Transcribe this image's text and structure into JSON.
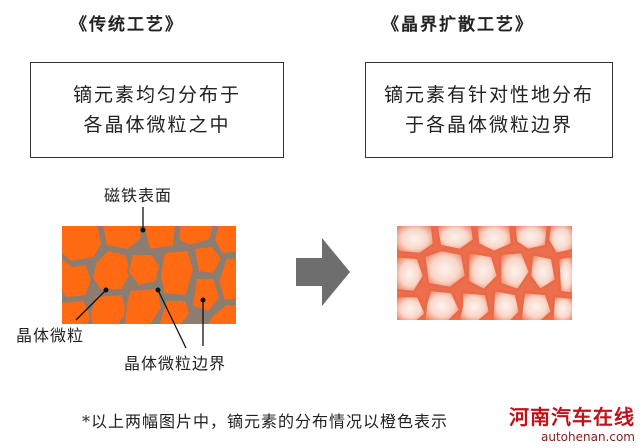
{
  "left": {
    "heading": "《传统工艺》",
    "box_lines": [
      "镝元素均匀分布于",
      "各晶体微粒之中"
    ]
  },
  "right": {
    "heading": "《晶界扩散工艺》",
    "box_lines": [
      "镝元素有针对性地分布",
      "于各晶体微粒边界"
    ]
  },
  "labels": {
    "surface": "磁铁表面",
    "grain": "晶体微粒",
    "boundary": "晶体微粒边界"
  },
  "footnote": "*以上两幅图片中，镝元素的分布情况以橙色表示",
  "watermark": {
    "brand": "河南汽车在线",
    "url": "autohenan.com"
  },
  "colors": {
    "grain_fill": "#ff6a13",
    "grain_boundary": "#8c7d70",
    "diffused_grain_center": "#fbeee8",
    "diffused_grain_edge": "#f08060",
    "arrow": "#6e6e6e"
  }
}
